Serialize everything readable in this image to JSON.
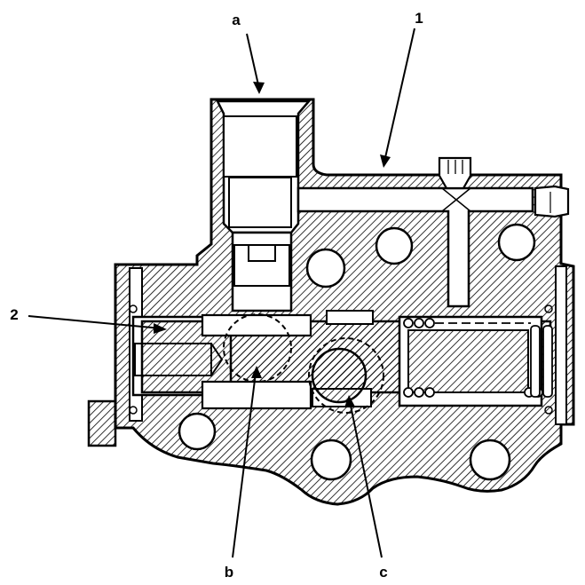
{
  "callouts": {
    "a": "a",
    "one": "1",
    "two": "2",
    "b": "b",
    "c": "c"
  },
  "colors": {
    "ink": "#000000",
    "paper": "#ffffff"
  }
}
